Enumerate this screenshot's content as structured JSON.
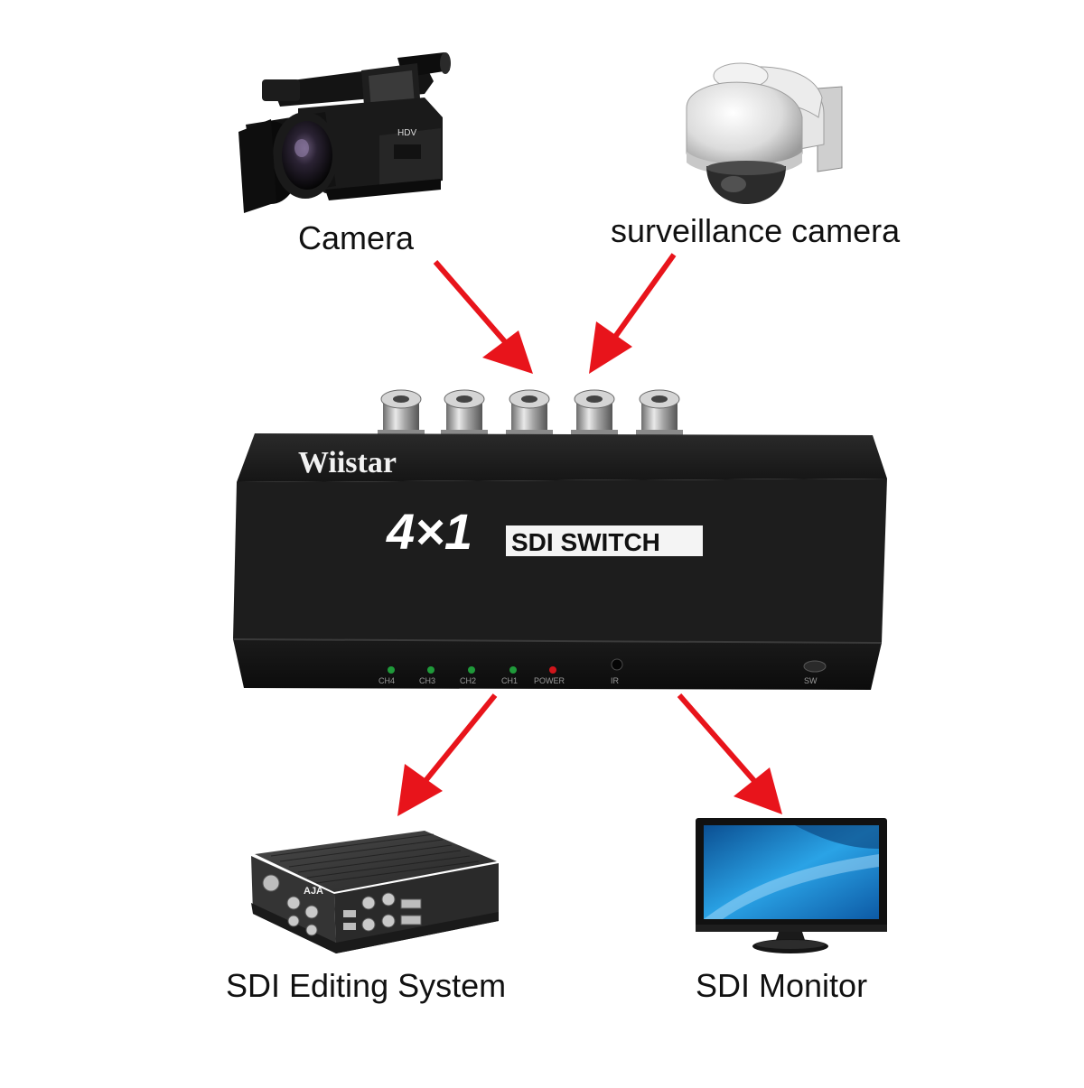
{
  "labels": {
    "camera": "Camera",
    "surveillance": "surveillance camera",
    "editing": "SDI Editing System",
    "monitor": "SDI Monitor"
  },
  "device": {
    "brand": "Wiistar",
    "model_prefix": "4×1",
    "model_suffix": "SDI SWITCH",
    "leds": [
      "CH4",
      "CH3",
      "CH2",
      "CH1",
      "POWER"
    ],
    "ir_label": "IR",
    "sw_label": "SW"
  },
  "editor_device": {
    "brand": "AJA"
  },
  "colors": {
    "arrow": "#e8141b",
    "device_body": "#1b1b1b",
    "led_green": "#1f9a3a",
    "led_red": "#d0151b",
    "monitor_screen": "#1c7fc4"
  }
}
